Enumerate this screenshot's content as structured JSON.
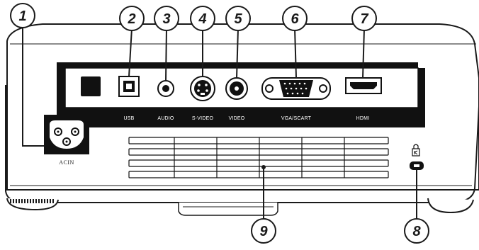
{
  "ports": {
    "usb": "USB",
    "audio": "AUDIO",
    "svideo": "S-VIDEO",
    "video": "VIDEO",
    "vga": "VGA/SCART",
    "hdmi": "HDMI",
    "acin": "ACIN"
  },
  "callouts": [
    "1",
    "2",
    "3",
    "4",
    "5",
    "6",
    "7",
    "8",
    "9"
  ]
}
